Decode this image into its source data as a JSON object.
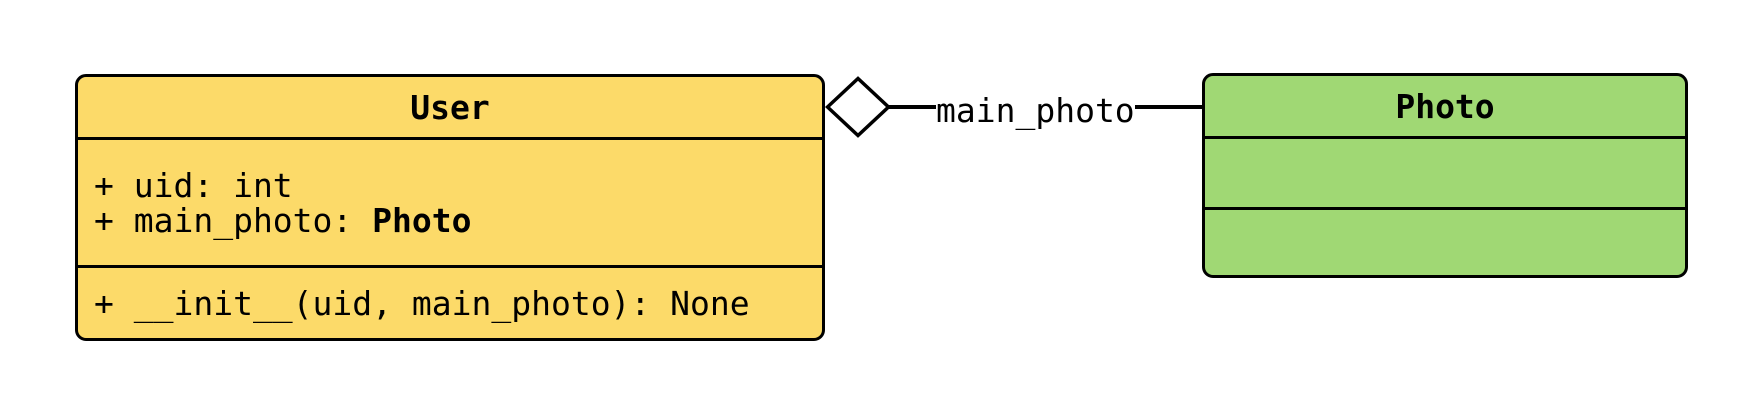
{
  "diagram_type": "uml-class-diagram",
  "colors": {
    "canvas_bg": "#ffffff",
    "user_fill": "#fcda69",
    "photo_fill": "#a0d874",
    "stroke": "#000000"
  },
  "classes": [
    {
      "name": "User",
      "attributes": [
        {
          "text": "+ uid: int",
          "bold_type": ""
        },
        {
          "text": "+ main_photo: ",
          "bold_type": "Photo"
        }
      ],
      "methods": [
        {
          "text": "+ __init__(uid, main_photo): None",
          "bold_type": ""
        }
      ]
    },
    {
      "name": "Photo",
      "attributes": [],
      "methods": []
    }
  ],
  "connector": {
    "kind": "aggregation",
    "diamond_end": "User",
    "label": "main_photo"
  }
}
